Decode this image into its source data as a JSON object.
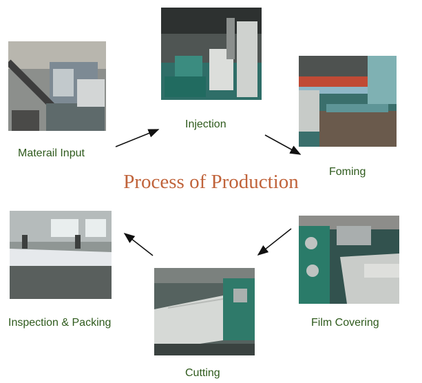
{
  "diagram": {
    "title": "Process of Production",
    "steps": [
      {
        "label": "Materail Input",
        "icon": "material-input-photo"
      },
      {
        "label": "Injection",
        "icon": "injection-photo"
      },
      {
        "label": "Foming",
        "icon": "foming-photo"
      },
      {
        "label": "Film Covering",
        "icon": "film-covering-photo"
      },
      {
        "label": "Cutting",
        "icon": "cutting-photo"
      },
      {
        "label": "Inspection & Packing",
        "icon": "inspection-packing-photo"
      }
    ],
    "colors": {
      "title": "#c0633a",
      "label": "#2e5a1c",
      "arrow": "#111111"
    }
  }
}
